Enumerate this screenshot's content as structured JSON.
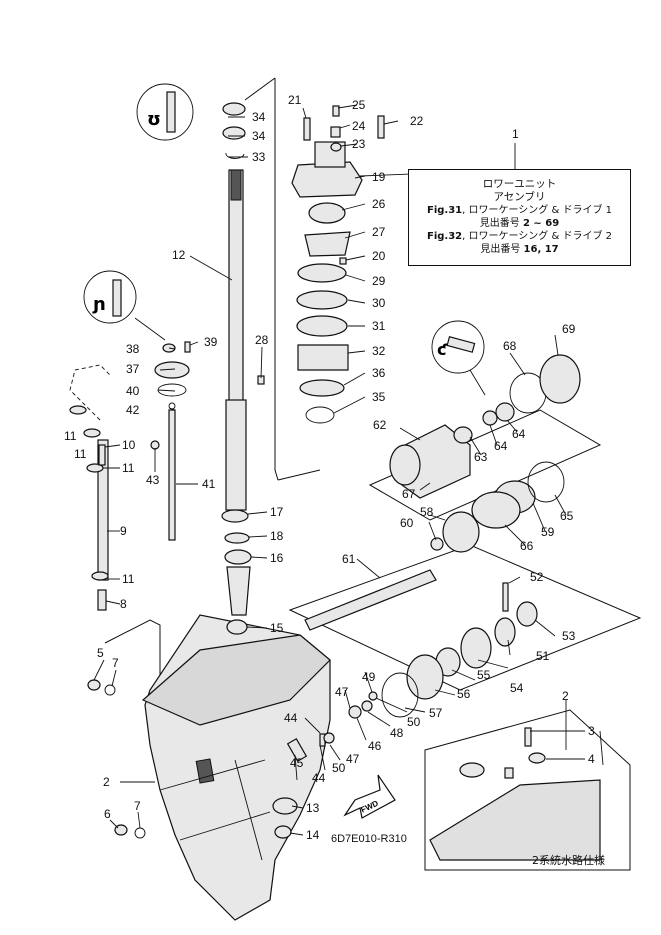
{
  "info_box": {
    "title_line1": "ロワーユニット",
    "title_line2": "アセンブリ",
    "fig31_ref": "Fig.31",
    "fig31_text": ", ロワーケーシング & ドライブ 1",
    "fig31_range_label": "見出番号",
    "fig31_range": "2 ~ 69",
    "fig32_ref": "Fig.32",
    "fig32_text": ", ロワーケーシング & ドライブ 2",
    "fig32_range_label": "見出番号",
    "fig32_range": "16, 17"
  },
  "diagram_code": "6D7E010-R310",
  "sub_caption": "2系統水路仕様",
  "fwd_label": "FWD",
  "callouts": {
    "c1": "1",
    "c2": "2",
    "c2b": "2",
    "c3": "3",
    "c4": "4",
    "c5": "5",
    "c6": "6",
    "c7a": "7",
    "c7b": "7",
    "c8": "8",
    "c9": "9",
    "c10": "10",
    "c11a": "11",
    "c11b": "11",
    "c11c": "11",
    "c11d": "11",
    "c12": "12",
    "c13": "13",
    "c14": "14",
    "c15": "15",
    "c16": "16",
    "c17": "17",
    "c18": "18",
    "c19": "19",
    "c20": "20",
    "c21": "21",
    "c22": "22",
    "c23": "23",
    "c24": "24",
    "c25": "25",
    "c26": "26",
    "c27": "27",
    "c28": "28",
    "c29": "29",
    "c30": "30",
    "c31": "31",
    "c32": "32",
    "c33": "33",
    "c34a": "34",
    "c34b": "34",
    "c35": "35",
    "c36": "36",
    "c37": "37",
    "c38": "38",
    "c39": "39",
    "c40": "40",
    "c41": "41",
    "c42": "42",
    "c43": "43",
    "c44a": "44",
    "c44b": "44",
    "c45": "45",
    "c46": "46",
    "c47a": "47",
    "c47b": "47",
    "c48": "48",
    "c49": "49",
    "c50a": "50",
    "c50b": "50",
    "c51": "51",
    "c52": "52",
    "c53": "53",
    "c54": "54",
    "c55": "55",
    "c56": "56",
    "c57": "57",
    "c58": "58",
    "c59": "59",
    "c60": "60",
    "c61": "61",
    "c62": "62",
    "c63": "63",
    "c64a": "64",
    "c64b": "64",
    "c65": "65",
    "c66": "66",
    "c67": "67",
    "c68": "68",
    "c69": "69"
  }
}
